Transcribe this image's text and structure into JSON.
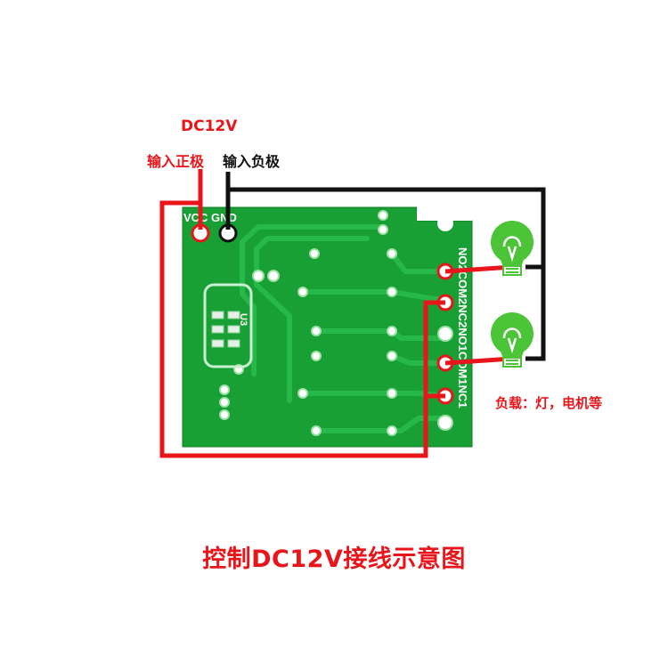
{
  "labels": {
    "supply_voltage": "DC12V",
    "input_positive": "输入正极",
    "input_negative": "输入负极",
    "load": "负载：灯，电机等",
    "caption": "控制DC12V接线示意图"
  },
  "board": {
    "vcc_gnd_silk": "VCC GND",
    "terminal_silk": "NO2COM2NC2NO1COM1NC1",
    "chip_silk": "U3"
  },
  "colors": {
    "pcb_green": "#1aa037",
    "trace_green": "#22b544",
    "positive_wire": "#e8161b",
    "negative_wire": "#111111",
    "bulb_green": "#4cc437",
    "label_red": "#e8161b"
  },
  "icons": [
    "light-bulb-icon",
    "light-bulb-icon"
  ]
}
